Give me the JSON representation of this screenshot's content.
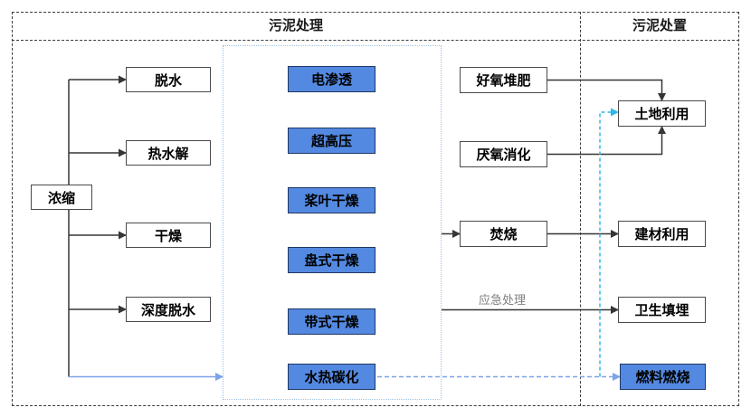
{
  "header": {
    "treatment": "污泥处理",
    "disposal": "污泥处置"
  },
  "treatment_flow": {
    "source": "浓缩",
    "stages": [
      "脱水",
      "热水解",
      "干燥",
      "深度脱水"
    ]
  },
  "technologies": [
    "电渗透",
    "超高压",
    "桨叶干燥",
    "盘式干燥",
    "带式干燥",
    "水热碳化"
  ],
  "processes": [
    "好氧堆肥",
    "厌氧消化",
    "焚烧"
  ],
  "disposal_routes": [
    "土地利用",
    "建材利用",
    "卫生填埋",
    "燃料燃烧"
  ],
  "annotations": {
    "emergency_label": "应急处理"
  },
  "colors": {
    "tech_box_fill": "#5389e0",
    "tech_box_border": "#1f3864",
    "node_border": "#4a4a4a",
    "line_black": "#363636",
    "flow_blue": "#7da3e8",
    "flow_cyan": "#2eb8e6",
    "panel_dotted_border": "#9dc3e6",
    "annotation_gray": "#7f7f7f"
  }
}
